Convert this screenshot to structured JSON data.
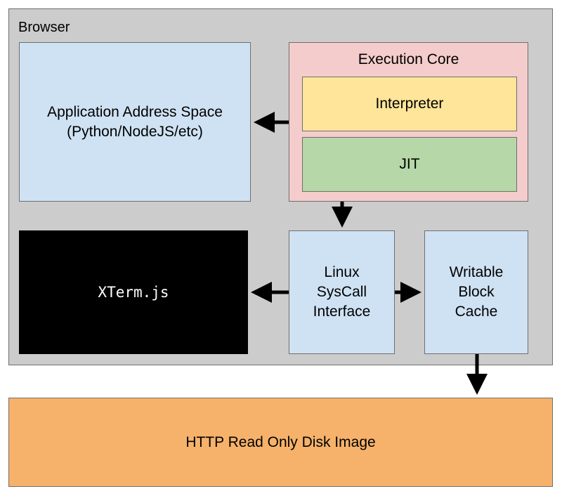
{
  "browser": {
    "label": "Browser"
  },
  "app_space": {
    "label": "Application Address Space\n(Python/NodeJS/etc)"
  },
  "execution_core": {
    "label": "Execution Core",
    "interpreter": "Interpreter",
    "jit": "JIT"
  },
  "xterm": {
    "label": "XTerm.js"
  },
  "syscall": {
    "label": "Linux\nSysCall\nInterface"
  },
  "block_cache": {
    "label": "Writable\nBlock\nCache"
  },
  "disk_image": {
    "label": "HTTP Read Only Disk Image"
  },
  "colors": {
    "browser_bg": "#cccccc",
    "blue_box": "#cfe2f3",
    "exec_core": "#f4cccc",
    "interpreter": "#ffe599",
    "jit": "#b6d7a8",
    "xterm": "#000000",
    "disk_image": "#f6b26b",
    "arrow": "#000000"
  }
}
